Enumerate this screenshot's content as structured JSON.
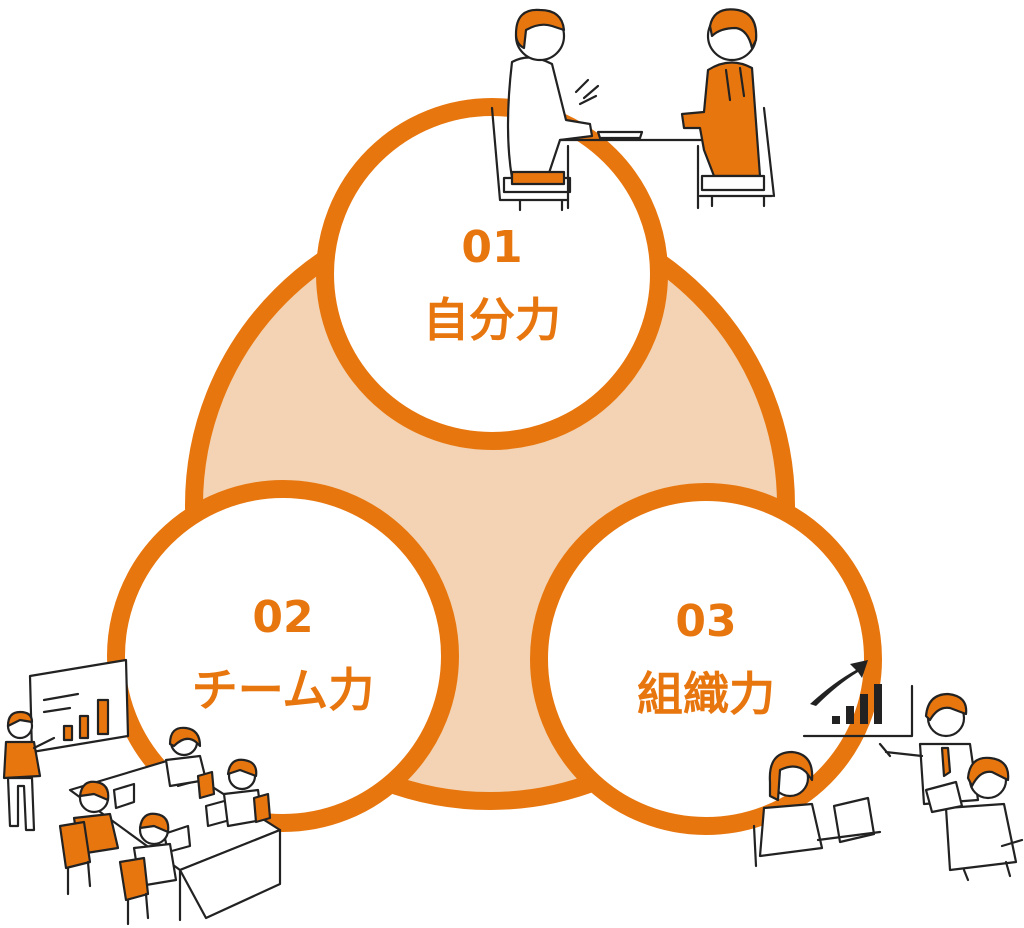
{
  "colors": {
    "accent": "#e8760e",
    "fill_light": "#f3d3b3",
    "background": "#ffffff"
  },
  "items": [
    {
      "number": "01",
      "label": "自分力"
    },
    {
      "number": "02",
      "label": "チーム力"
    },
    {
      "number": "03",
      "label": "組織力"
    }
  ],
  "illustrations": [
    "interview-meeting-illustration",
    "team-workspace-illustration",
    "organization-presentation-illustration"
  ]
}
